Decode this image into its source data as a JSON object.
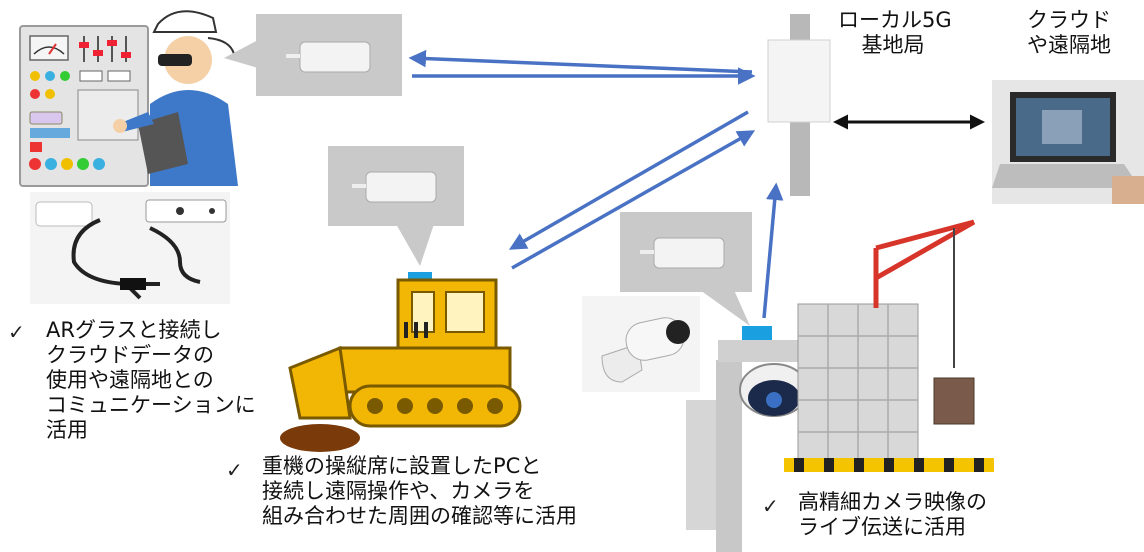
{
  "labels": {
    "base_station": [
      "ローカル5G",
      "基地局"
    ],
    "cloud": [
      "クラウド",
      "や遠隔地"
    ]
  },
  "notes": {
    "ar_glass": [
      "ARグラスと接続し",
      "クラウドデータの",
      "使用や遠隔地との",
      "コミュニケーションに",
      "活用"
    ],
    "heavy_machine": [
      "重機の操縦席に設置したPCと",
      "接続し遠隔操作や、カメラを",
      "組み合わせた周囲の確認等に活用"
    ],
    "camera": [
      "高精細カメラ映像の",
      "ライブ伝送に活用"
    ]
  },
  "check_mark": "✓",
  "colors": {
    "arrow_blue": "#4a72c4",
    "arrow_black": "#111111",
    "bubble_gray": "#c9c9c9",
    "device_white": "#f3f3f3",
    "pole_gray": "#b8b8b8",
    "bulldozer_yellow": "#f2b705",
    "crane_red": "#d8352a"
  },
  "icons": [
    "terminal-device-icon",
    "ar-glasses-icon",
    "worker-icon",
    "control-panel-icon",
    "bulldozer-icon",
    "security-camera-icon",
    "building-under-construction-icon",
    "crane-icon",
    "base-station-pole-icon",
    "laptop-icon"
  ]
}
